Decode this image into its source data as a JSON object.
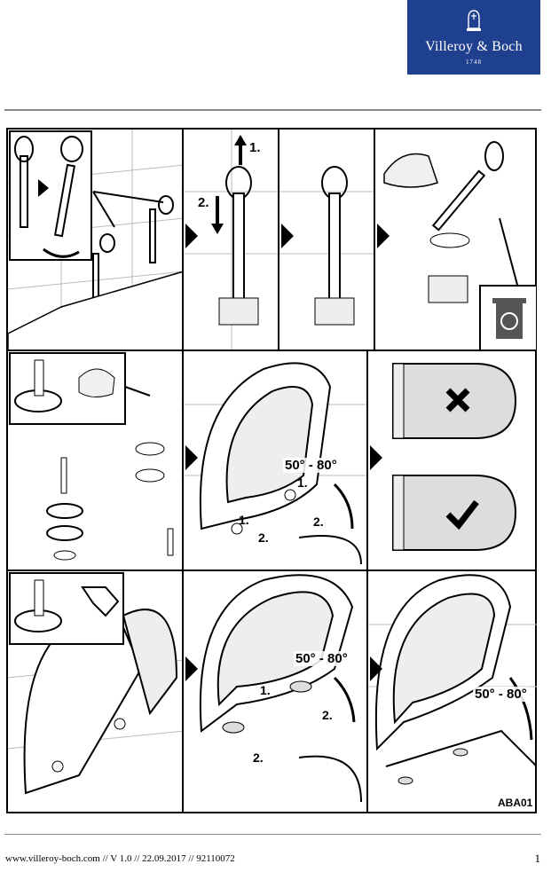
{
  "logo": {
    "brand": "Villeroy & Boch",
    "year": "1748"
  },
  "steps": {
    "one": "1.",
    "two": "2."
  },
  "angle_label": "50° - 80°",
  "figure_code": "ABA01",
  "footer": {
    "text": "www.villeroy-boch.com // V 1.0 // 22.09.2017 // 92110072",
    "page": "1"
  },
  "icons": [
    "recycle-bin-icon",
    "cross-icon",
    "checkmark-icon",
    "wrench-icon",
    "hand-icon"
  ]
}
